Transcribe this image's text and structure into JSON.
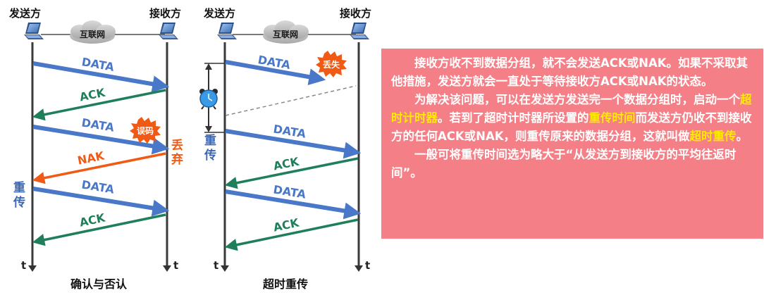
{
  "left": {
    "sender_label": "发送方",
    "receiver_label": "接收方",
    "internet_label": "互联网",
    "caption": "确认与否认",
    "t_label": "t",
    "messages": [
      "DATA",
      "ACK",
      "DATA",
      "NAK",
      "DATA",
      "ACK"
    ],
    "error_badge": "误码",
    "discard_label": [
      "丢",
      "弃"
    ],
    "retransmit_label": [
      "重",
      "传"
    ]
  },
  "right": {
    "sender_label": "发送方",
    "receiver_label": "接收方",
    "internet_label": "互联网",
    "caption": "超时重传",
    "t_label": "t",
    "messages": [
      "DATA",
      "DATA",
      "ACK",
      "DATA",
      "ACK"
    ],
    "lost_badge": "丢失",
    "retransmit_label": [
      "重",
      "传"
    ]
  },
  "info": {
    "para1": "接收方收不到数据分组，就不会发送ACK或NAK。如果不采取其他措施，发送方就会一直处于等待接收方ACK或NAK的状态。",
    "para2_a": "为解决该问题，可以在发送方发送完一个数据分组时，启动一个",
    "para2_hl1": "超时计时器",
    "para2_b": "。若到了超时计时器所设置的",
    "para2_hl2": "重传时间",
    "para2_c": "而发送方仍收不到接收方的任何ACK或NAK，则重传原来的数据分组，这就叫做",
    "para2_hl3": "超时重传",
    "para2_d": "。",
    "para3": "一般可将重传时间选为略大于“从发送方到接收方的平均往返时间”。"
  },
  "colors": {
    "data_arrow": "#4a78c8",
    "ack_arrow": "#1f7f5a",
    "nak_arrow": "#f05a14",
    "badge": "#f05a14",
    "retransmit_text": "#3b67b0",
    "info_bg": "#f47f86",
    "highlight": "#ffea00"
  }
}
